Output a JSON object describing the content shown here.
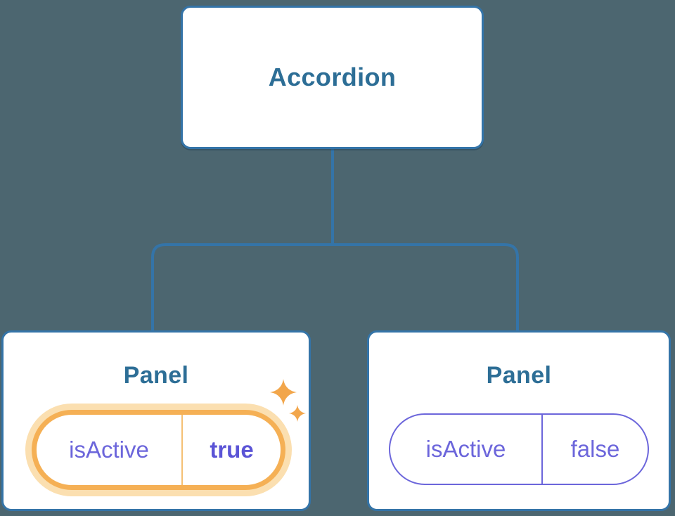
{
  "theme": {
    "background": "#4C6670",
    "stroke_blue": "#3474A8",
    "label_blue": "#2D6E96",
    "indigo": "#6C66DB",
    "indigo_bold": "#5B54D6",
    "orange": "#F5B055",
    "orange_halo": "#FBDFB0",
    "orange_soft": "#F5C074",
    "sparkle": "#F2A64B"
  },
  "tree": {
    "root": {
      "label": "Accordion"
    },
    "children": [
      {
        "title": "Panel",
        "prop_name": "isActive",
        "prop_value": "true",
        "state": "active"
      },
      {
        "title": "Panel",
        "prop_name": "isActive",
        "prop_value": "false",
        "state": "inactive"
      }
    ]
  }
}
